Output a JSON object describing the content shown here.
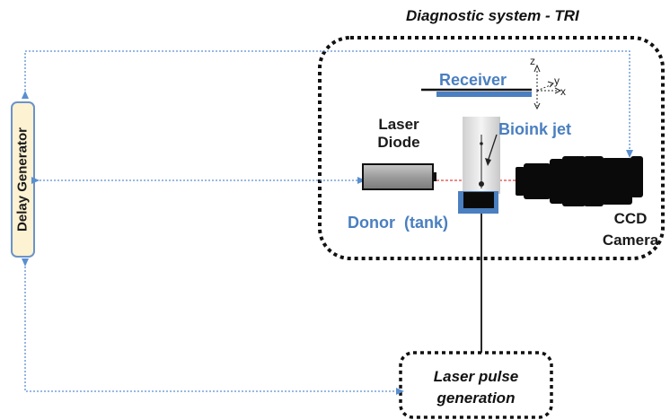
{
  "title": "Diagnostic system - TRI",
  "delay_generator": "Delay Generator",
  "receiver": "Receiver",
  "laser_diode": [
    "Laser",
    "Diode"
  ],
  "bioink_jet": "Bioink jet",
  "donor": "Donor  (tank)",
  "ccd_camera": [
    "CCD",
    "Camera"
  ],
  "laser_pulse": [
    "Laser pulse",
    "generation"
  ],
  "axes": {
    "z": "z",
    "y": "y",
    "x": "x"
  },
  "colors": {
    "blue_label": "#4a7fc0",
    "connector": "#5a8fd0",
    "beam": "#e04040",
    "delay_box_fill": "#fdf2d2",
    "delay_box_stroke": "#6b93c9"
  }
}
